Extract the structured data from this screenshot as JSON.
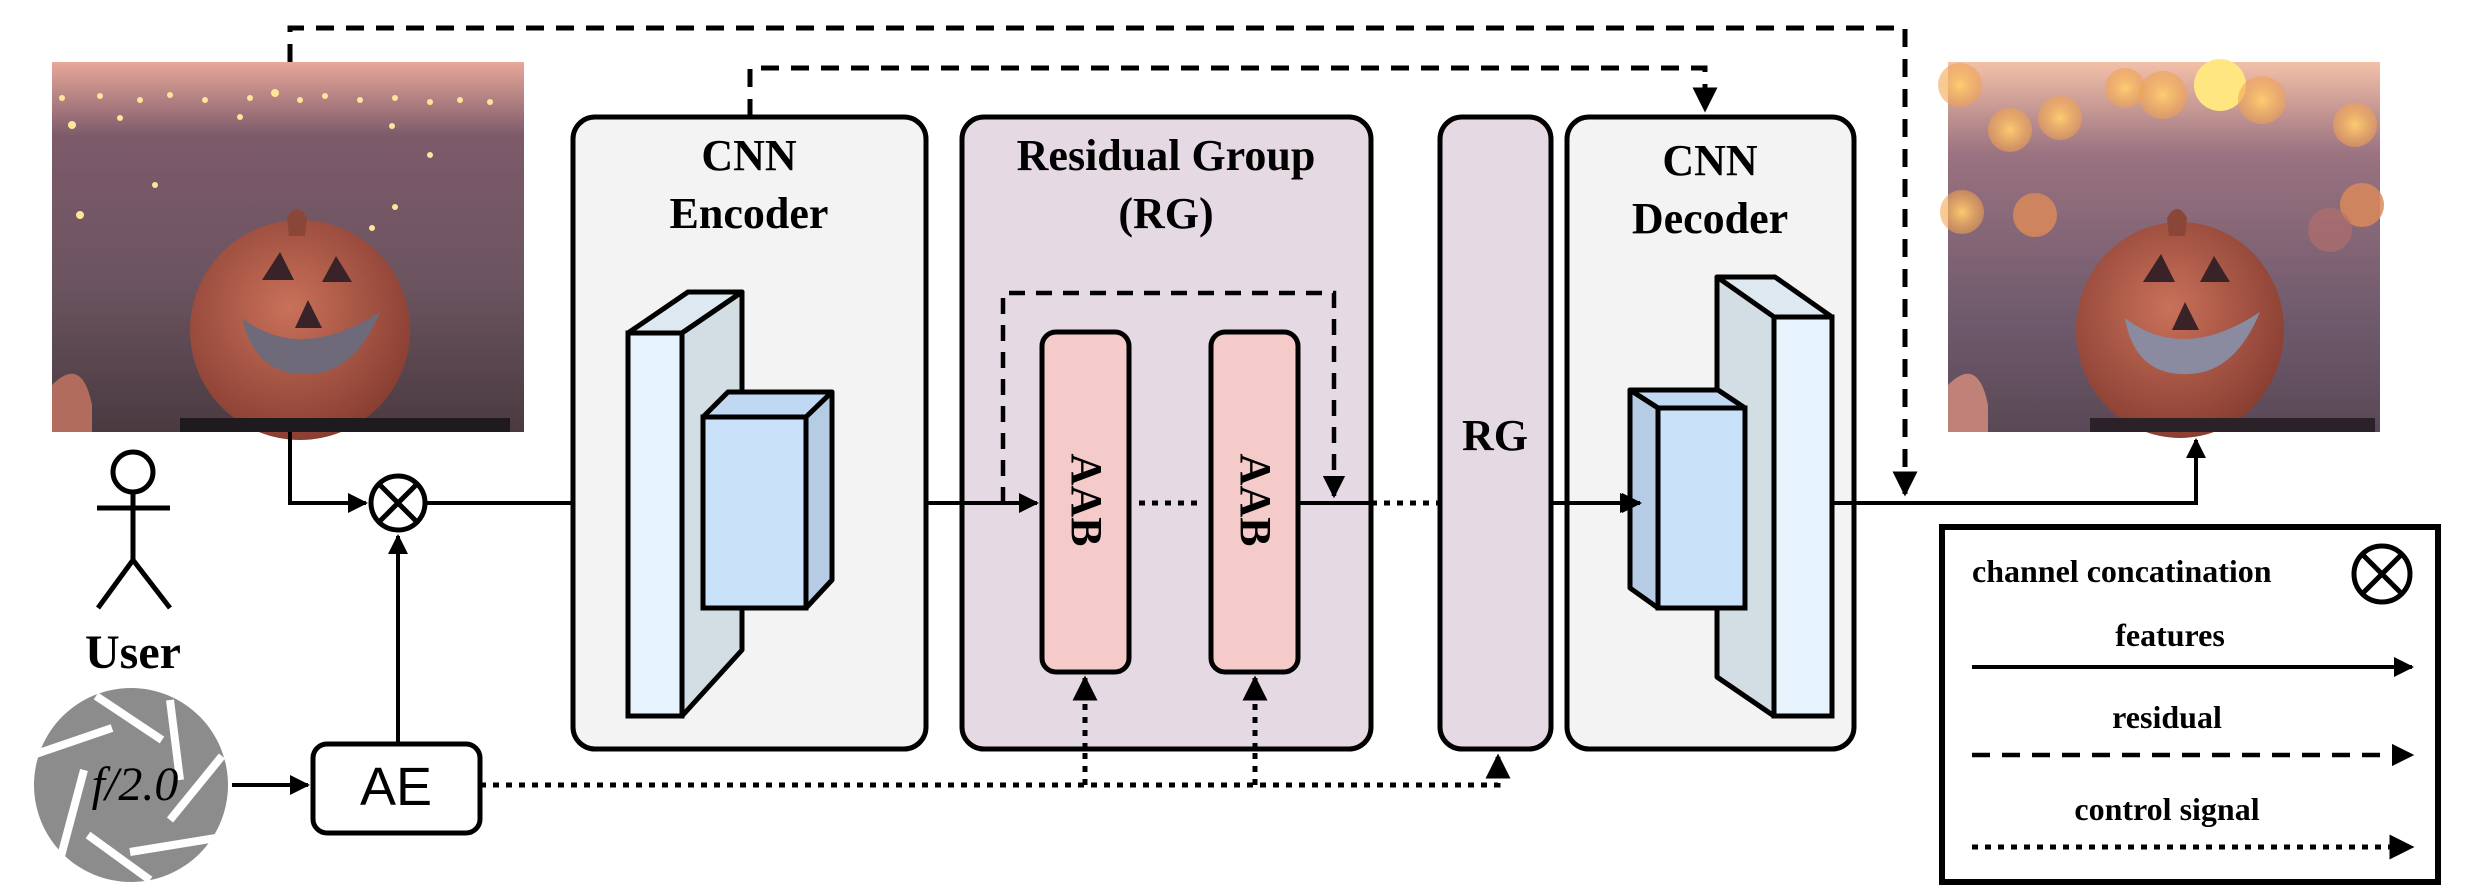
{
  "figure": {
    "type": "architecture-diagram",
    "colors": {
      "line": "#000000",
      "cnn_box_fill": "#f3f3f3",
      "rg_fill": "#e5dae3",
      "aab_fill": "#f5cbc9",
      "tensor_front_light": "#e6f3fc",
      "tensor_side_light": "#d3dde4",
      "tensor_top_light": "#dde8f0",
      "tensor_front_blue": "#c9e2fa",
      "tensor_side_blue": "#b5cce4",
      "tensor_top_blue": "#c0d8f2",
      "aperture_gray": "#8c8c8c"
    }
  },
  "input_image": {
    "label": "input image (all-in-focus pumpkin photo)"
  },
  "output_image": {
    "label": "output image (bokeh-rendered pumpkin photo)"
  },
  "user": {
    "label": "User",
    "icon": "stick-figure-icon"
  },
  "aperture": {
    "label": "f/2.0",
    "icon": "aperture-icon"
  },
  "ae_block": {
    "label": "AE"
  },
  "concat_symbol": {
    "glyph": "⊗"
  },
  "encoder": {
    "line1": "CNN",
    "line2": "Encoder"
  },
  "residual_group": {
    "line1": "Residual Group",
    "line2": "(RG)",
    "blocks": [
      {
        "label": "AAB"
      },
      {
        "label": "AAB"
      }
    ]
  },
  "rg_block": {
    "label": "RG"
  },
  "decoder": {
    "line1": "CNN",
    "line2": "Decoder"
  },
  "legend": {
    "items": [
      {
        "label": "channel concatination",
        "symbol": "⊗"
      },
      {
        "label": "features",
        "style": "solid"
      },
      {
        "label": "residual",
        "style": "dashed"
      },
      {
        "label": "control signal",
        "style": "dotted"
      }
    ]
  }
}
